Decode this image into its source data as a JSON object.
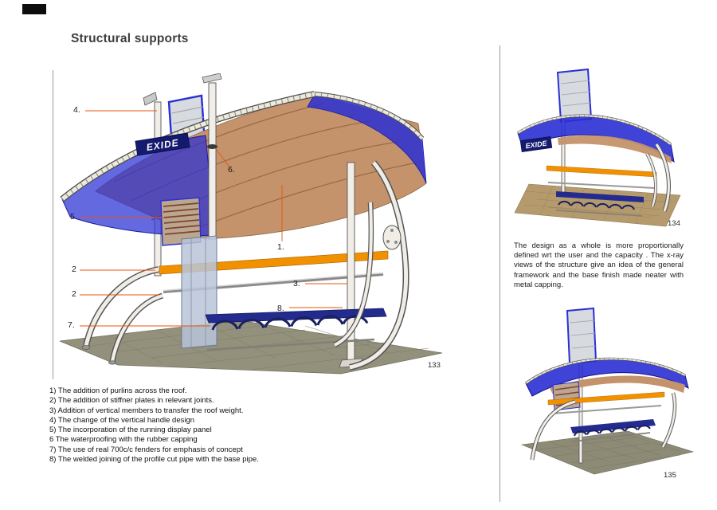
{
  "title": "Structural supports",
  "main_illustration": {
    "page_number": "133",
    "sign_text": "EXIDE",
    "callout_labels": [
      "4.",
      "5.",
      "2",
      "2",
      "7.",
      "6.",
      "1.",
      "3.",
      "8."
    ]
  },
  "notes": {
    "items": [
      "1) The addition of purlins across the roof.",
      "2) The addition of stiffner plates in relevant joints.",
      "3) Addition of vertical members to transfer the roof weight.",
      "4) The change of the vertical handle design",
      "5) The incorporation of the running display panel",
      "6 The waterproofing with the rubber capping",
      "7) The use of real 700c/c fenders for emphasis of concept",
      "8) The welded joining of the profile cut pipe with the base pipe."
    ]
  },
  "right_column": {
    "paragraph": "The design as a whole is more proportionally defined wrt the user and the capacity . The x-ray views of the structure give an idea of the general framework and the base finish made neater with metal capping.",
    "top_figure": {
      "page_number": "134",
      "sign_text": "EXIDE"
    },
    "bottom_figure": {
      "page_number": "135"
    }
  },
  "colors": {
    "canopy_blue": "#2a2fd4",
    "beam_orange": "#f29100",
    "underside_tan": "#c4936b",
    "bench_navy": "#232b8e",
    "ground_gray": "#93907b",
    "ground_tan": "#b49a6d",
    "leader_line": "#e8540a"
  }
}
